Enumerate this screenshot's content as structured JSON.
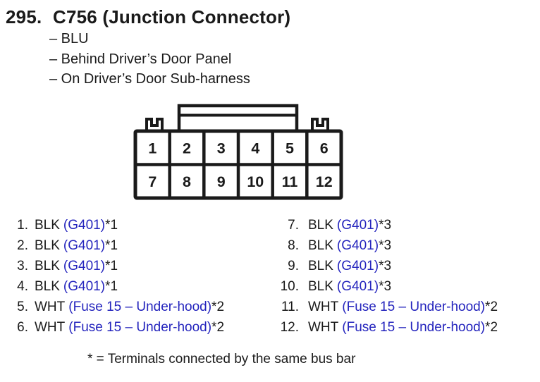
{
  "colors": {
    "background": "#ffffff",
    "text": "#1a1a1a",
    "link_blue": "#2424bd"
  },
  "header": {
    "number": "295.",
    "title": "C756 (Junction Connector)"
  },
  "details": [
    "– BLU",
    "– Behind Driver’s Door Panel",
    "– On Driver’s Door Sub-harness"
  ],
  "connector": {
    "pins": [
      "1",
      "2",
      "3",
      "4",
      "5",
      "6",
      "7",
      "8",
      "9",
      "10",
      "11",
      "12"
    ]
  },
  "pins": [
    {
      "num": "1.",
      "color": "BLK",
      "link": "(G401)",
      "suffix": "*1"
    },
    {
      "num": "2.",
      "color": "BLK",
      "link": "(G401)",
      "suffix": "*1"
    },
    {
      "num": "3.",
      "color": "BLK",
      "link": "(G401)",
      "suffix": "*1"
    },
    {
      "num": "4.",
      "color": "BLK",
      "link": "(G401)",
      "suffix": "*1"
    },
    {
      "num": "5.",
      "color": "WHT",
      "link": "(Fuse 15 – Under-hood)",
      "suffix": "*2"
    },
    {
      "num": "6.",
      "color": "WHT",
      "link": "(Fuse 15 – Under-hood)",
      "suffix": "*2"
    },
    {
      "num": "7.",
      "color": "BLK",
      "link": "(G401)",
      "suffix": "*3"
    },
    {
      "num": "8.",
      "color": "BLK",
      "link": "(G401)",
      "suffix": "*3"
    },
    {
      "num": "9.",
      "color": "BLK",
      "link": "(G401)",
      "suffix": "*3"
    },
    {
      "num": "10.",
      "color": "BLK",
      "link": "(G401)",
      "suffix": "*3"
    },
    {
      "num": "11.",
      "color": "WHT",
      "link": "(Fuse 15 – Under-hood)",
      "suffix": "*2"
    },
    {
      "num": "12.",
      "color": "WHT",
      "link": "(Fuse 15 – Under-hood)",
      "suffix": "*2"
    }
  ],
  "footnote": "* = Terminals connected by the same bus bar"
}
